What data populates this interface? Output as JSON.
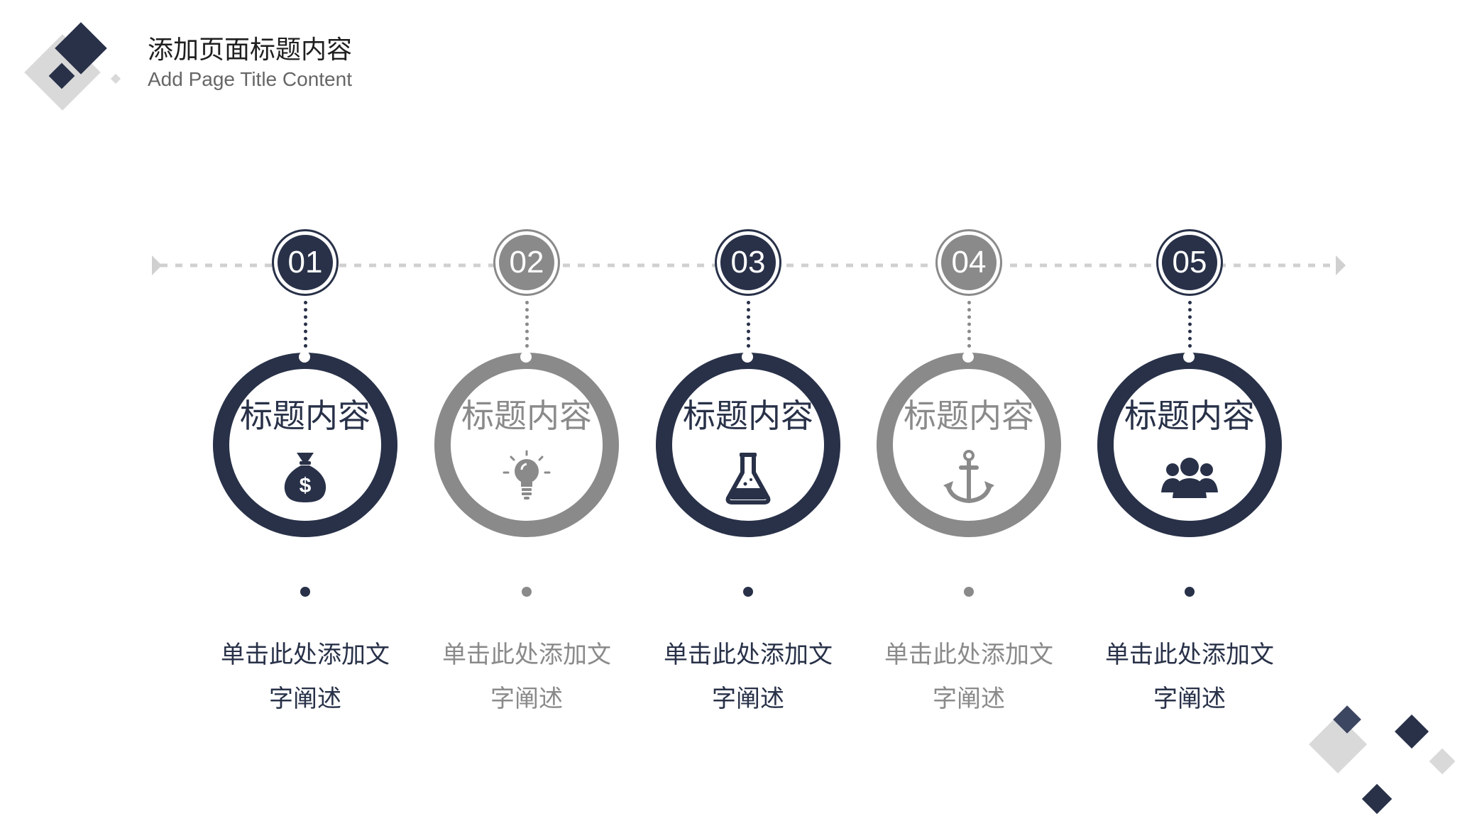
{
  "header": {
    "title_cn": "添加页面标题内容",
    "title_en": "Add Page Title Content"
  },
  "colors": {
    "navy": "#283148",
    "gray": "#8a8a8a",
    "light_gray": "#d9d9d9",
    "dotted_line": "#d0d0d0"
  },
  "steps": [
    {
      "number": "01",
      "title": "标题内容",
      "icon": "money-bag-icon",
      "desc_line1": "单击此处添加文",
      "desc_line2": "字阐述",
      "tone": "navy"
    },
    {
      "number": "02",
      "title": "标题内容",
      "icon": "lightbulb-icon",
      "desc_line1": "单击此处添加文",
      "desc_line2": "字阐述",
      "tone": "gray"
    },
    {
      "number": "03",
      "title": "标题内容",
      "icon": "flask-icon",
      "desc_line1": "单击此处添加文",
      "desc_line2": "字阐述",
      "tone": "navy"
    },
    {
      "number": "04",
      "title": "标题内容",
      "icon": "anchor-icon",
      "desc_line1": "单击此处添加文",
      "desc_line2": "字阐述",
      "tone": "gray"
    },
    {
      "number": "05",
      "title": "标题内容",
      "icon": "people-group-icon",
      "desc_line1": "单击此处添加文",
      "desc_line2": "字阐述",
      "tone": "navy"
    }
  ]
}
